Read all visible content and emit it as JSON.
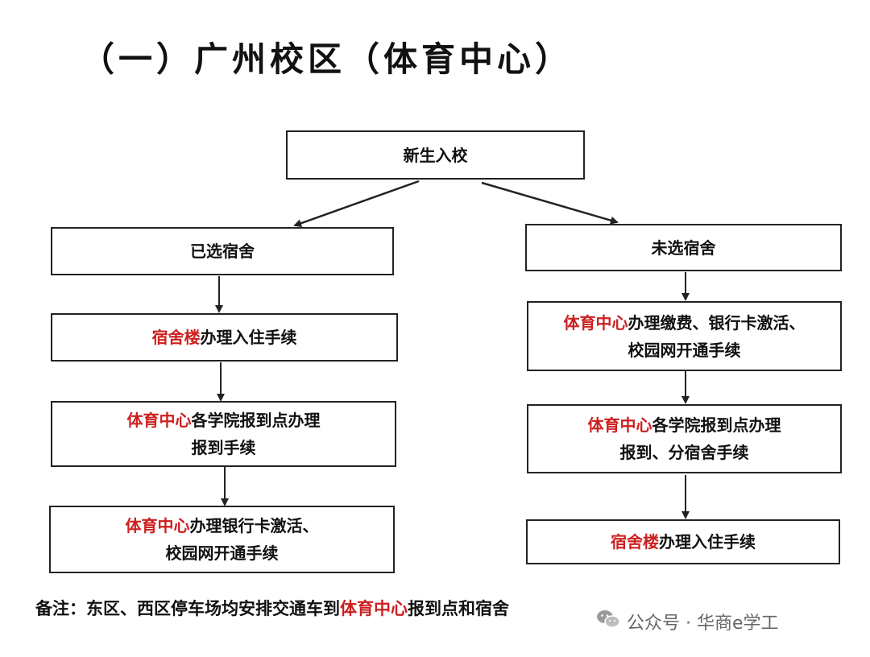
{
  "title": "（一）广州校区（体育中心）",
  "flowchart": {
    "start": "新生入校",
    "left": {
      "head": "已选宿舍",
      "steps": [
        {
          "red": "宿舍楼",
          "line1": "办理入住手续",
          "line2": ""
        },
        {
          "red": "体育中心",
          "line1": "各学院报到点办理",
          "line2": "报到手续"
        },
        {
          "red": "体育中心",
          "line1": "办理银行卡激活、",
          "line2": "校园网开通手续"
        }
      ]
    },
    "right": {
      "head": "未选宿舍",
      "steps": [
        {
          "red": "体育中心",
          "line1": "办理缴费、银行卡激活、",
          "line2": "校园网开通手续"
        },
        {
          "red": "体育中心",
          "line1": "各学院报到点办理",
          "line2": "报到、分宿舍手续"
        },
        {
          "red": "宿舍楼",
          "line1": "办理入住手续",
          "line2": ""
        }
      ]
    }
  },
  "note": {
    "prefix": "备注：东区、西区停车场均安排交通车到",
    "red": "体育中心",
    "suffix": "报到点和宿舍"
  },
  "watermark": {
    "icon": "wechat-icon",
    "text": "公众号 · 华商e学工"
  },
  "colors": {
    "highlight": "#cc1f1f",
    "border": "#222222",
    "text": "#111111"
  }
}
